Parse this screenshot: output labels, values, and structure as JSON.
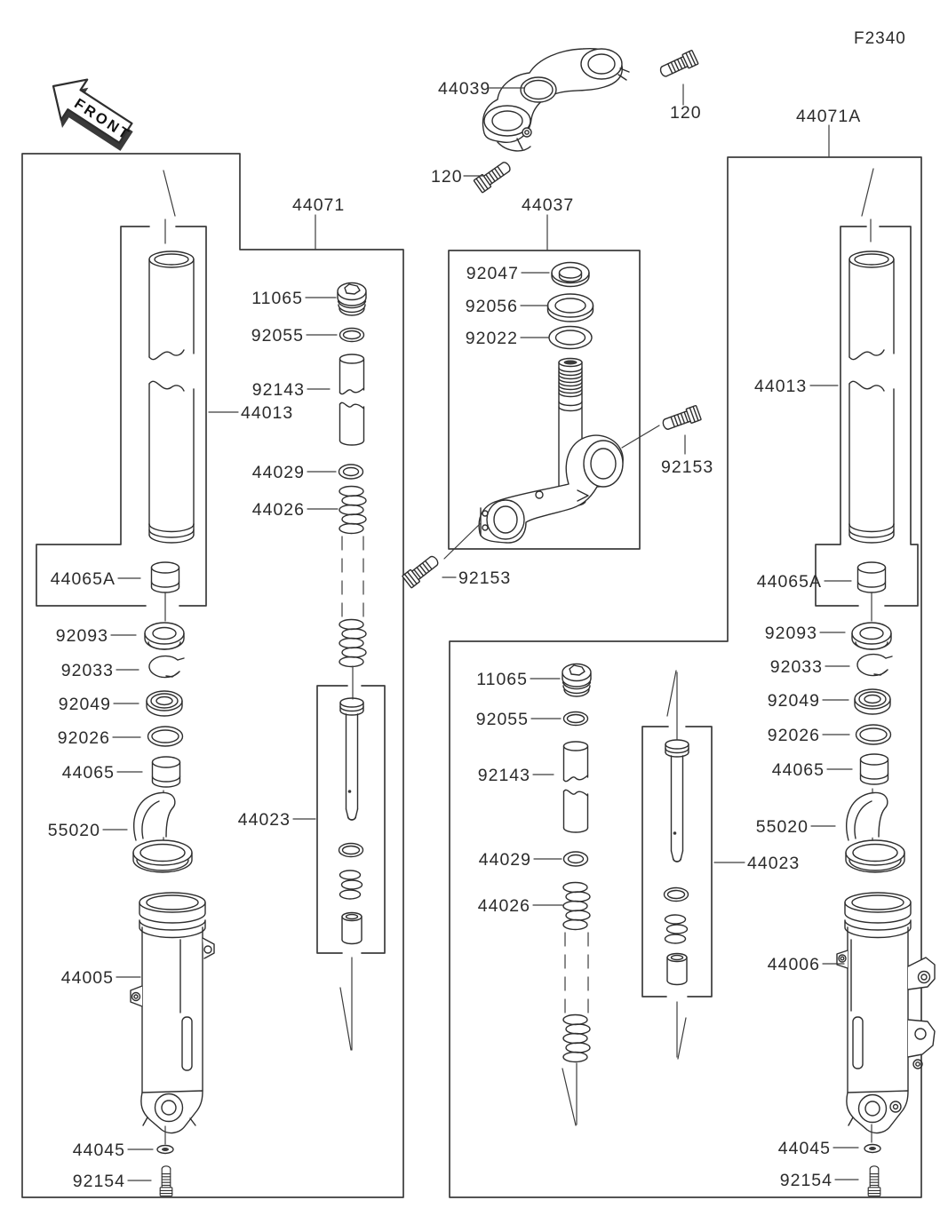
{
  "labels": {
    "code": "F2340",
    "front": "FRONT",
    "n44039": "44039",
    "n120_top": "120",
    "n120_left": "120",
    "n44071": "44071",
    "n44037": "44037",
    "n44071a": "44071A",
    "left": {
      "p11065": "11065",
      "p92055": "92055",
      "p92143": "92143",
      "p44013": "44013",
      "p44029": "44029",
      "p44026": "44026",
      "p44023": "44023",
      "p44065a": "44065A",
      "p92093": "92093",
      "p92033": "92033",
      "p92049": "92049",
      "p92026": "92026",
      "p44065": "44065",
      "p55020": "55020",
      "p44005": "44005",
      "p44045": "44045",
      "p92154": "92154"
    },
    "steering": {
      "p92047": "92047",
      "p92056": "92056",
      "p92022": "92022",
      "p92153_right": "92153",
      "p92153_left": "92153"
    },
    "center": {
      "p11065": "11065",
      "p92055": "92055",
      "p92143": "92143",
      "p44029": "44029",
      "p44026": "44026",
      "p44023": "44023"
    },
    "right": {
      "p44013": "44013",
      "p44065a": "44065A",
      "p92093": "92093",
      "p92033": "92033",
      "p92049": "92049",
      "p92026": "92026",
      "p44065": "44065",
      "p55020": "55020",
      "p44006": "44006",
      "p44045": "44045",
      "p92154": "92154"
    }
  }
}
